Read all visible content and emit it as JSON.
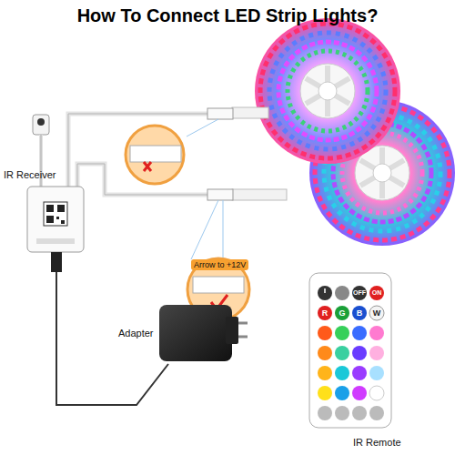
{
  "diagram": {
    "title": "How To Connect LED Strip Lights?",
    "labels": [
      "IR Receiver",
      "Adapter",
      "IR Remote",
      "Arrow to +12V",
      "OFF",
      "ON",
      "R",
      "G",
      "B",
      "W"
    ]
  }
}
